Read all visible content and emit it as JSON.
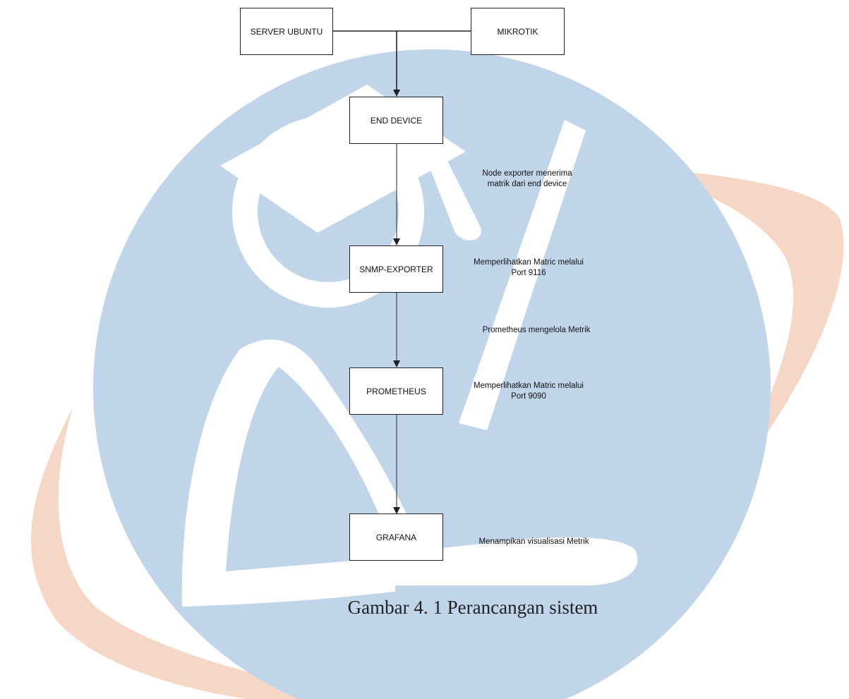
{
  "diagram": {
    "nodes": {
      "server_ubuntu": "SERVER UBUNTU",
      "mikrotik": "MIKROTIK",
      "end_device": "END DEVICE",
      "snmp_exporter": "SNMP-EXPORTER",
      "prometheus": "PROMETHEUS",
      "grafana": "GRAFANA"
    },
    "notes": {
      "node_exporter_line1": "Node exporter menerima",
      "node_exporter_line2": "matrik dari end device",
      "snmp_port_line1": "Memperlihatkan Matric melalui",
      "snmp_port_line2": "Port 9116",
      "prometheus_manage": "Prometheus mengelola Metrik",
      "prometheus_port_line1": "Memperlihatkan Matric melalui",
      "prometheus_port_line2": "Port 9090",
      "grafana_visual": "Menampikan visualisasi Metrik"
    },
    "edges": [
      {
        "from": "SERVER UBUNTU",
        "to": "END DEVICE"
      },
      {
        "from": "MIKROTIK",
        "to": "END DEVICE"
      },
      {
        "from": "END DEVICE",
        "to": "SNMP-EXPORTER"
      },
      {
        "from": "SNMP-EXPORTER",
        "to": "PROMETHEUS"
      },
      {
        "from": "PROMETHEUS",
        "to": "GRAFANA"
      }
    ]
  },
  "caption": "Gambar 4. 1 Perancangan sistem",
  "colors": {
    "watermark_blue": "#c0d5e9",
    "watermark_orange": "#f6d7c5",
    "line": "#1f1f1f"
  }
}
